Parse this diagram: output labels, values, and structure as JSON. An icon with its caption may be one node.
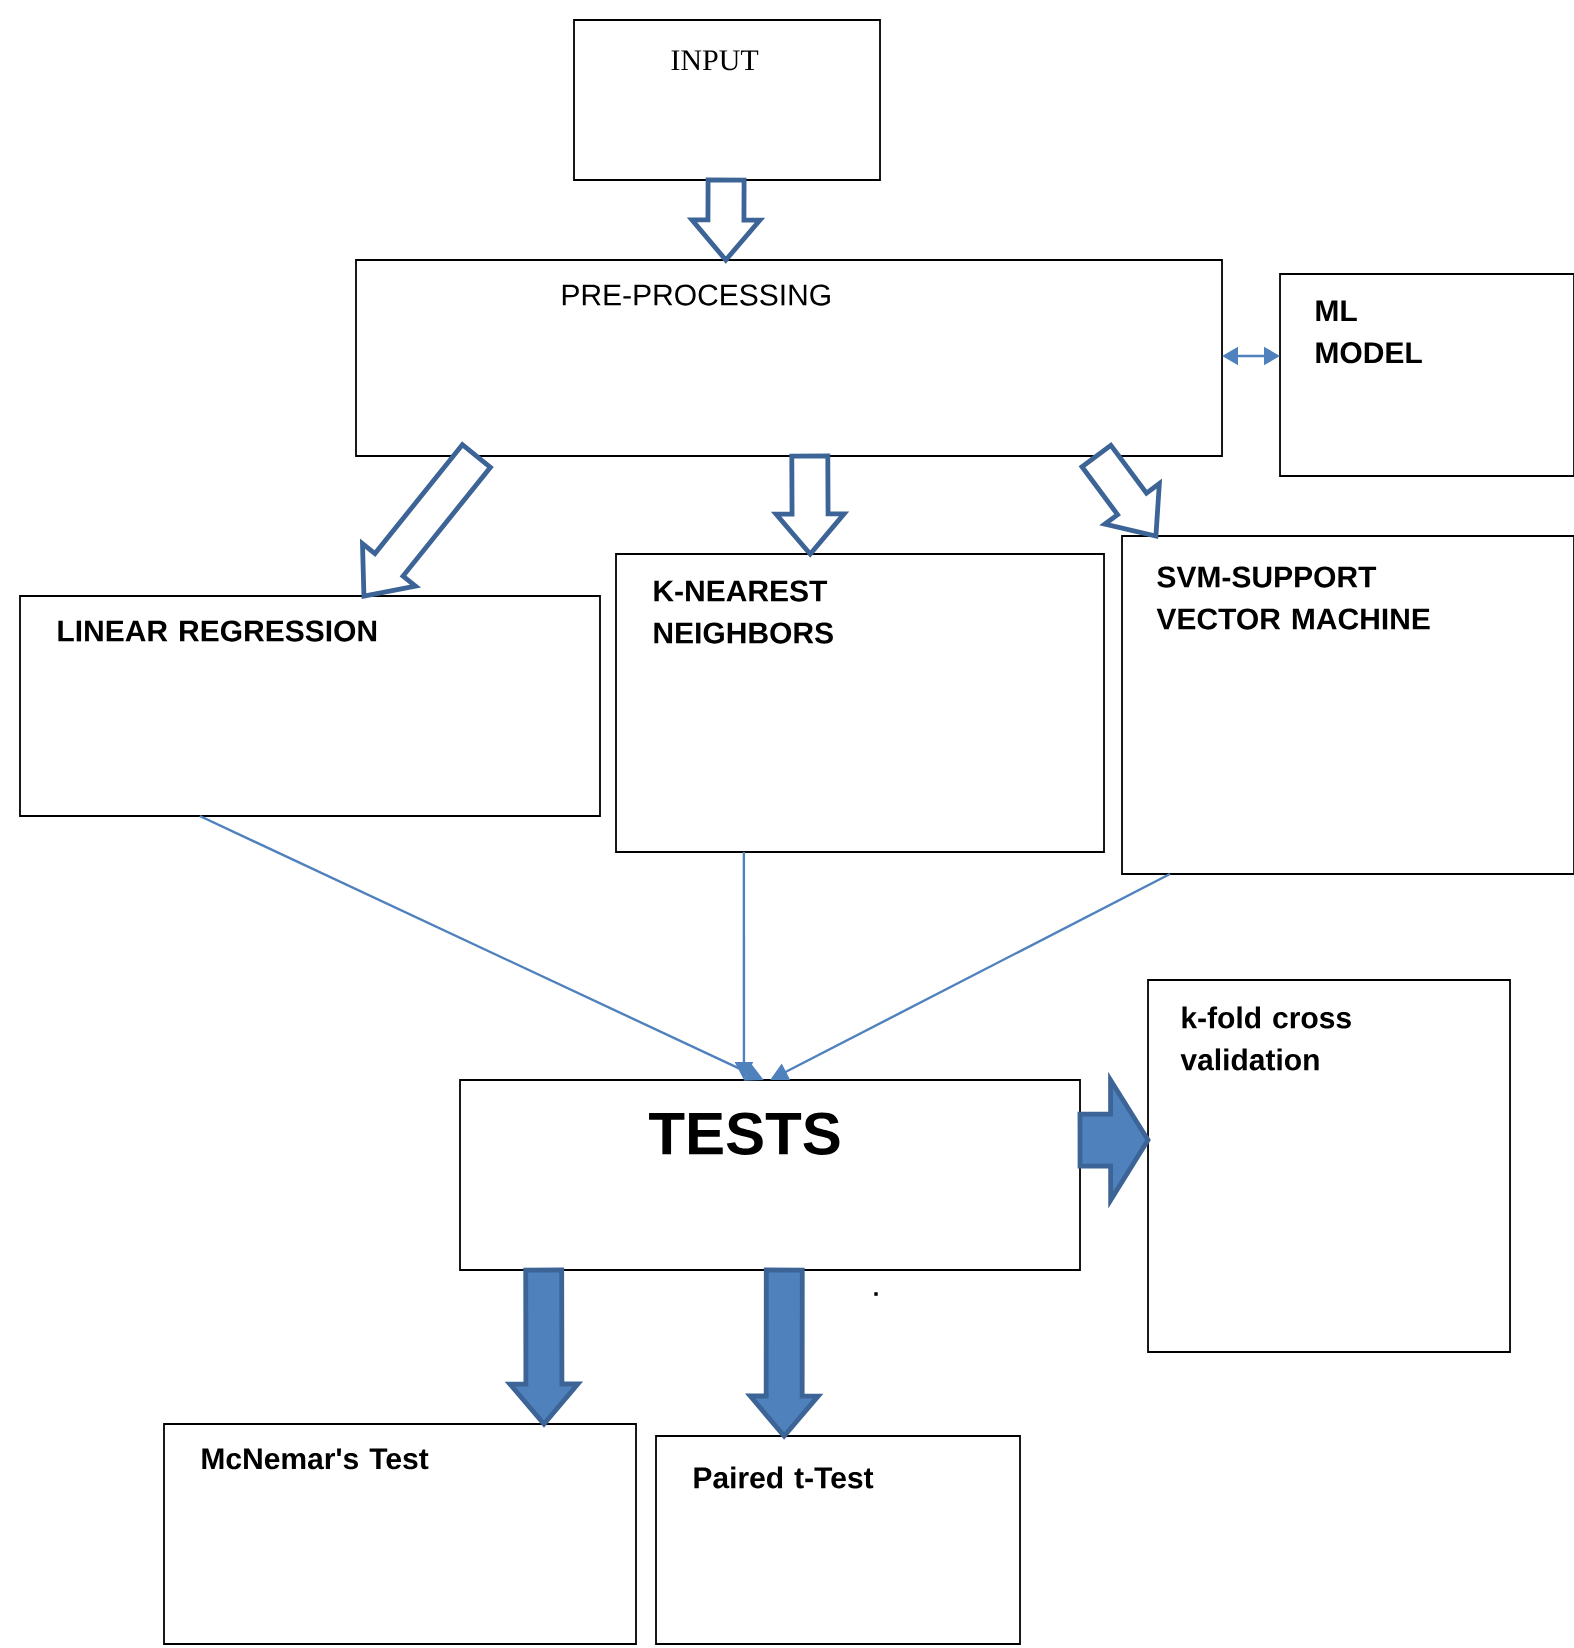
{
  "diagram": {
    "nodes": [
      {
        "text": [
          "INPUT"
        ]
      },
      {
        "text": [
          "PRE-PROCESSING"
        ]
      },
      {
        "text": [
          "ML MODEL"
        ]
      },
      {
        "text": [
          "LINEAR REGRESSION"
        ]
      },
      {
        "text": [
          "K-NEAREST NEIGHBORS"
        ]
      },
      {
        "text": [
          "SVM-SUPPORT VECTOR MACHINE"
        ]
      },
      {
        "text": [
          "TESTS"
        ]
      },
      {
        "text": [
          "k-fold cross validation"
        ]
      },
      {
        "text": [
          "McNemar's Test"
        ]
      },
      {
        "text": [
          "Paired t-Test"
        ]
      }
    ],
    "edges": [
      {
        "from": 0,
        "to": 1,
        "arrow": "to",
        "style": "thick"
      },
      {
        "from": 1,
        "to": 2,
        "arrow": "both",
        "color": "#4f81bd"
      },
      {
        "from": 1,
        "to": 3,
        "arrow": "to",
        "style": "thick"
      },
      {
        "from": 1,
        "to": 4,
        "arrow": "to",
        "style": "thick"
      },
      {
        "from": 1,
        "to": 5,
        "arrow": "to",
        "style": "thick"
      },
      {
        "from": 3,
        "to": 6,
        "arrow": "to",
        "color": "#4f81bd"
      },
      {
        "from": 4,
        "to": 6,
        "arrow": "to",
        "color": "#4f81bd"
      },
      {
        "from": 5,
        "to": 6,
        "arrow": "to",
        "color": "#4f81bd"
      },
      {
        "from": 6,
        "to": 7,
        "arrow": "to",
        "style": "thick",
        "color": "#4f81bd"
      },
      {
        "from": 6,
        "to": 8,
        "arrow": "to",
        "style": "thick",
        "color": "#4f81bd"
      },
      {
        "from": 6,
        "to": 9,
        "arrow": "to",
        "style": "thick",
        "color": "#4f81bd"
      }
    ],
    "labels": [
      "."
    ]
  }
}
